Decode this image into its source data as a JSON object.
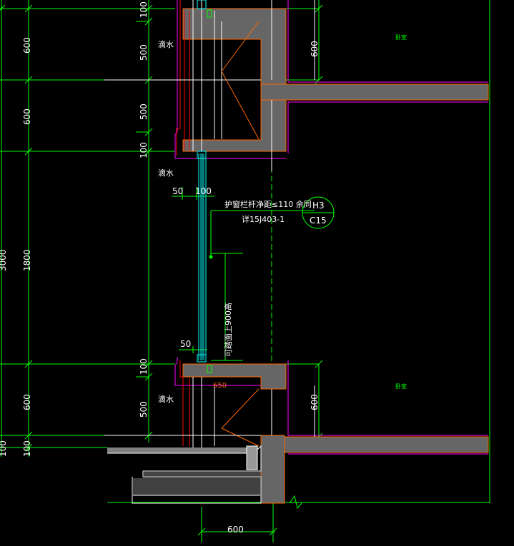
{
  "dimensions": {
    "left_outer_total": "3000",
    "left_col": [
      "600",
      "600",
      "1800",
      "600",
      "100"
    ],
    "left_bottom_outer": "100",
    "inner_col": [
      "100",
      "500",
      "500",
      "100",
      "100",
      "500"
    ],
    "right_col": [
      "600",
      "600"
    ],
    "horizontal": [
      "50",
      "100",
      "50",
      "650",
      "600"
    ]
  },
  "labels": {
    "drip_1": "滴水",
    "drip_2": "滴水",
    "drip_3": "滴水",
    "rail_note": "护窗栏杆净距≤110  余同",
    "rail_ref": "详15J403-1",
    "callout_top": "H3",
    "callout_bottom": "C15",
    "vertical_note": "可踏面上900高",
    "room_1": "卧室",
    "room_2": "卧室"
  },
  "colors": {
    "background": "#000000",
    "wall": "#ffffff",
    "concrete": "#666666",
    "dimension": "#00ff00",
    "outline": "#ff00ff",
    "glass": "#00ffff",
    "finish": "#ff6600",
    "redline": "#ff0000"
  }
}
